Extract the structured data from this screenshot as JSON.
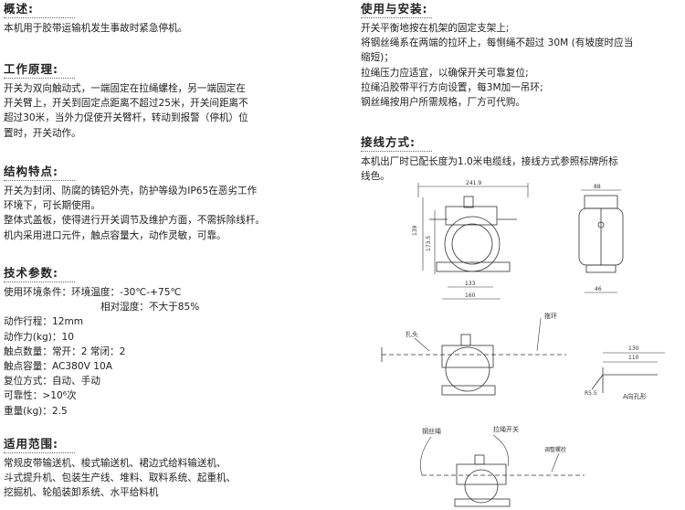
{
  "overview": {
    "title": "概述:",
    "text": "本机用于胶带运输机发生事故时紧急停机。"
  },
  "principle": {
    "title": "工作原理:",
    "lines": [
      "开关为双向触动式，一端固定在拉绳螺栓，另一端固定在",
      "开关臂上，开关到固定点距离不超过25米，开关间距离不",
      "超过30米，当外力促使开关臂杆，转动到报警（停机）位",
      "置时，开关动作。"
    ]
  },
  "structure": {
    "title": "结构特点:",
    "lines": [
      "开关为封闭、防腐的铸铝外壳，防护等级为IP65在恶劣工作",
      "环境下，可长期使用。",
      "整体式盖板，使得进行开关调节及维护方面，不需拆除线杆。",
      "机内采用进口元件，触点容量大，动作灵敏，可靠。"
    ]
  },
  "params": {
    "title": "技术参数:",
    "rows": [
      "使用环境条件：环境温度：-30℃-+75℃",
      "相对湿度：不大于85%",
      "动作行程：12mm",
      "动作力(kg)：10",
      "触点数量：常开：2 常闭：2",
      "触点容量：AC380V    10A",
      "复位方式：自动、手动",
      "可靠性：>10⁶次",
      "重量(kg)：2.5"
    ]
  },
  "scope": {
    "title": "适用范围:",
    "lines": [
      "常规皮带输送机、梭式输送机、裙边式给料输送机、",
      "斗式提升机、包装生产线、堆料、取料系统、起重机、",
      "挖掘机、轮船装卸系统、水平给料机"
    ]
  },
  "install": {
    "title": "使用与安装:",
    "lines": [
      "开关平衡地按在机架的固定支架上;",
      "将钢丝绳系在两端的拉环上，每恻绳不超过 30M (有坡度时应当",
      "缩短)；",
      "拉绳压力应适宜，以确保开关可靠复位;",
      "拉绳沿胶带平行方向设置，每3M加一吊环;",
      "钢丝绳按用户所需规格，厂方可代购。"
    ]
  },
  "wiring": {
    "title": "接线方式:",
    "lines": [
      "本机出厂时已配长度为1.0米电缆线，接线方式参照标牌所标",
      "线色。"
    ]
  },
  "drawing": {
    "dims_front": [
      "241.9",
      "139",
      "173.5",
      "133",
      "160"
    ],
    "dims_side": [
      "88",
      "46"
    ],
    "dims_bracket": [
      "130",
      "110",
      "R5.5"
    ],
    "labels": {
      "buckle": "扎头",
      "ring": "拖环",
      "view": "A向孔形",
      "wire": "钢丝绳",
      "switch": "拉绳开关",
      "bolt": "调整螺栓"
    }
  }
}
